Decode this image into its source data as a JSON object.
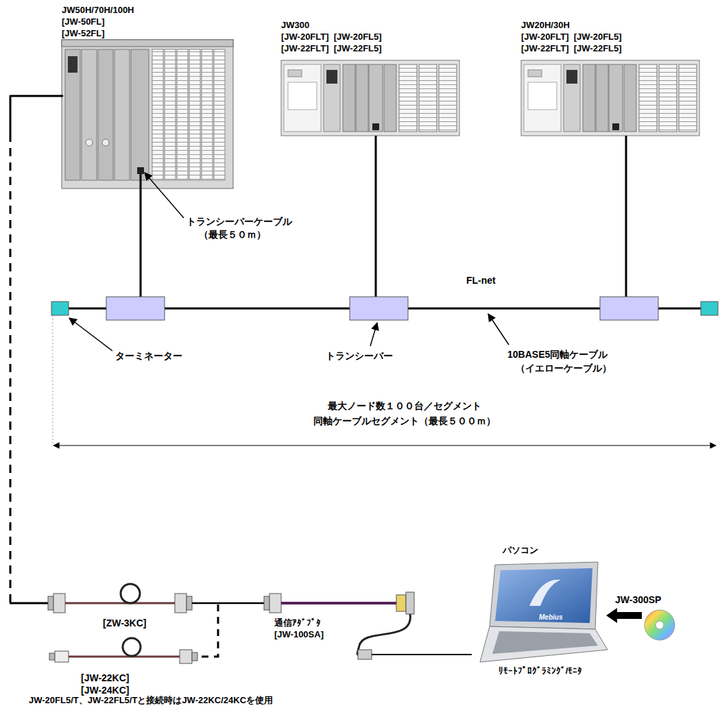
{
  "diagram": {
    "nodes": [
      {
        "text": [
          "JW50H/70H/100H",
          "[JW-50FL]",
          "[JW-52FL]"
        ]
      },
      {
        "text": [
          "JW300",
          "[JW-20FLT]  [JW-20FL5]",
          "[JW-22FLT]  [JW-22FL5]"
        ]
      },
      {
        "text": [
          "JW20H/30H",
          "[JW-20FLT]  [JW-20FL5]",
          "[JW-22FLT]  [JW-22FL5]"
        ]
      },
      {
        "text": [
          "通信ｱﾀﾞﾌﾟﾀ",
          "[JW-100SA]"
        ]
      },
      {
        "text": [
          "パソコン",
          "ﾘﾓｰﾄﾌﾟﾛｸﾞﾗﾐﾝｸﾞ/ﾓﾆﾀ"
        ]
      }
    ],
    "edges": [
      {
        "from": 3,
        "to": 4,
        "arrow": "none"
      }
    ],
    "labels": [
      "トランシーバーケーブル",
      "（最長５０ｍ）",
      "FL-net",
      "ターミネーター",
      "トランシーバー",
      "10BASE5同軸ケーブル",
      "（イエローケーブル）",
      "最大ノード数１００台／セグメント",
      "同軸ケーブルセグメント（最長５００ｍ）",
      "[ZW-3KC]",
      "[JW-22KC]",
      "[JW-24KC]",
      "Mebius",
      "JW-300SP",
      "JW-20FL5/T、JW-22FL5/Tと接続時はJW-22KC/24KCを使用"
    ]
  }
}
